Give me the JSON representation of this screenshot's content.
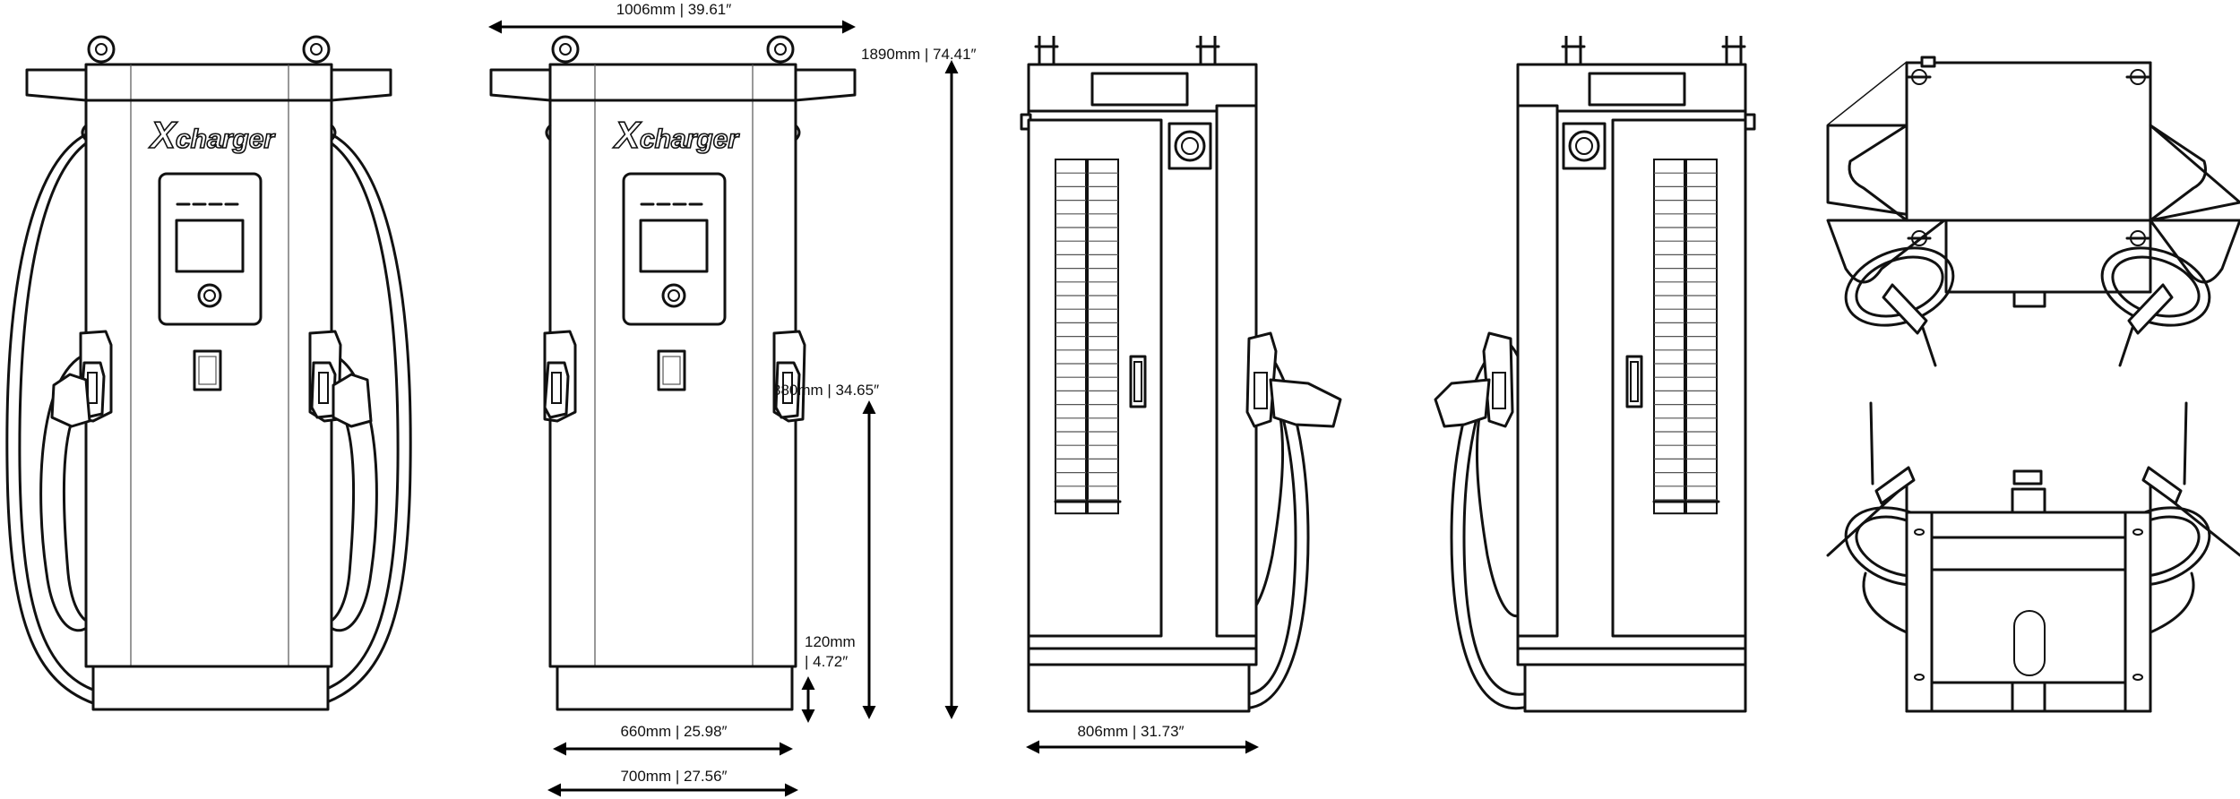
{
  "brand": {
    "logo_x": "X",
    "logo_rest": "charger"
  },
  "dimensions": {
    "top_width": "1006mm | 39.61″",
    "total_height": "1890mm | 74.41″",
    "handle_height": "880mm | 34.65″",
    "base_height_mm": "120mm",
    "base_height_in": "| 4.72″",
    "base_width": "660mm | 25.98″",
    "body_width": "700mm | 27.56″",
    "side_depth": "806mm | 31.73″"
  },
  "views": [
    "front-view-with-cables",
    "front-view-dimensioned",
    "left-side-view",
    "right-side-view",
    "top-view",
    "bottom-view"
  ]
}
